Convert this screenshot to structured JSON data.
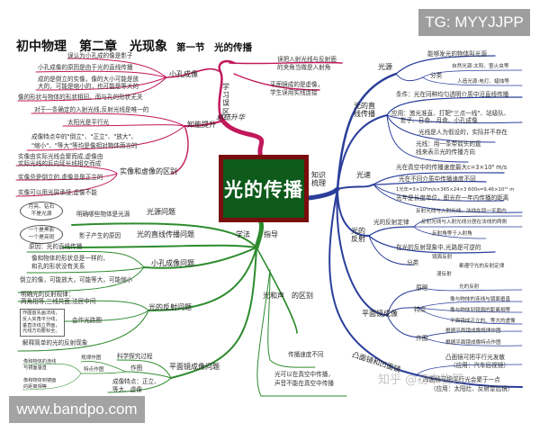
{
  "header": {
    "title": "初中物理　第二章　光现象",
    "subtitle": "第一节　光的传播"
  },
  "watermarks": {
    "top_right": "TG: MYYJJPP",
    "bottom_left": "www.bandpo.com",
    "zhihu": "知乎 @初中物理"
  },
  "colors": {
    "summary_branch": "#c2185b",
    "knowledge_branch": "#2a3e9a",
    "method_branch": "#2e8b2e",
    "center_border": "#7a0d0d",
    "center_fill": "#0d5a1a"
  },
  "center": {
    "label": "光的传播"
  },
  "summary": {
    "label": "总结升华",
    "misconceptions": {
      "label": "学习误区",
      "pinhole": {
        "label": "小孔成像",
        "items": [
          "误认为小孔成的像是影子",
          "小孔成像的原因是由于光的直线传播",
          "成的是倒立的实像，像的大小可能是放",
          "大的，可能是缩小的，也可能是等大的",
          "像的形状与物体的形状相同，而与孔的形状无关"
        ]
      },
      "right_items": [
        "误把入射光线与反射面",
        "的夹角当做是入射角",
        "平面镜成的是虚像，",
        "学生误用实线连接"
      ]
    },
    "improve": {
      "label": "知能提升",
      "items": [
        "对于一条确定的入射光线,反射光线是唯一的",
        "太阳光是平行光",
        "成像特点中的\"倒立\"、\"正立\"、\"放大\"、",
        "\"缩小\"、\"等大\"等均是像相对物体而言的"
      ]
    },
    "real_virtual": {
      "label": "实像和虚像的区别",
      "items": [
        "实像由实际光线会聚而成,虚像由",
        "实际光线的反向延长线相交而成",
        "实像总是倒立的,虚像总是正立的",
        "实像可以用光屏承接,虚像不能"
      ]
    }
  },
  "knowledge": {
    "label": "知识梳理",
    "light_source": {
      "label": "光源",
      "definition": "能够发光的物体叫光源",
      "classify_label": "分类",
      "natural": "自然光源:太阳、萤火虫等",
      "artificial": "人造光源:电灯、蜡烛等"
    },
    "straight": {
      "label": "光的直线传播",
      "condition": "条件：光在同种均匀透明介质中沿直线传播",
      "application_1": "应用：激光准直、打靶\"三点一线\"、站级队、",
      "application_2": "影子、日食、月食、小孔成像",
      "ray_1": "光线是人为假设的，实际并不存在",
      "ray_2": "光线：用一条带箭头的直",
      "ray_3": "线来表示光的传播方向"
    },
    "speed": {
      "label": "光速",
      "max": "光在真空中的传播速度最大c=3×10⁸ m/s",
      "different": "光在不同介质中传播速度不同",
      "ly_formula": "1光年=3×10⁸m/s×365×24×3 600s=9.46×10¹⁵ m",
      "ly_def": "光年是长度单位，即光在一年内传播的距离"
    },
    "reflection": {
      "label": "光的反射",
      "law_label": "光的反射定律",
      "law_items": [
        "反射光线与入射光线、法线在同一平面内",
        "反射光线与入射光线分居在法线的两侧",
        "反射角等于入射角"
      ],
      "reversible": "在光的反射现象中,光路是可逆的",
      "classify_label": "分类",
      "specular": "镜面反射",
      "diffuse": "漫反射",
      "both_obey": "都遵守光的反射定律"
    },
    "plane_mirror": {
      "label": "平面镜成像",
      "principle_label": "原理",
      "principle": "光的反射",
      "features_label": "特点",
      "features": [
        "像与物体的连线与镜面垂直",
        "像与物体到镜面的距离相等",
        "平面镜成正立的、等大的虚像"
      ],
      "drawing_label": "作图",
      "drawing": [
        "根据平面镜成像规律作图",
        "根据平面镜成像特点作图"
      ]
    },
    "curved": {
      "label": "凸面镜和凹面镜",
      "convex_1": "凸面镜可把平行光发散",
      "convex_2": "（应用：汽车后视镜）",
      "concave_1": "凹面镜可把平行光会聚于一点",
      "concave_2": "（应用：太阳灶、反射望远镜）"
    }
  },
  "method": {
    "label_1": "学法",
    "label_2": "指导",
    "source_q": {
      "label": "光源问题",
      "item": "明确哪些物体是光源",
      "note": "月亮、钻石不是光源"
    },
    "straight_q": {
      "label": "光的直线传播问题",
      "item": "影子产生的原因",
      "note": "一个是黑影一个是亮斑"
    },
    "pinhole_q": {
      "label": "小孔成像问题",
      "items": [
        "原因：光的直线传播",
        "像和物体的形状总是一样的，",
        "和孔的形状没有关系",
        "倒立的像，可能放大，可能等大，可能缩小"
      ]
    },
    "reflection_q": {
      "label": "光的反射问题",
      "items": [
        "明确光的反射规律：",
        "两角相等,三线共面,法居中间",
        "会作光路图",
        "解释简单的光的反射现象"
      ],
      "box": "作图首先画法线，反入夹角平分线，垂直法线立界面，光线方向要标全。"
    },
    "mirror_q": {
      "label": "平面镜成像问题",
      "items": [
        "科学探究过程",
        "作图",
        "成像特点：正立、",
        "等大、虚像",
        "规律作图",
        "特点作图",
        "像和物体的连线与镜面垂直",
        "像和物体到镜面的距离相等"
      ]
    },
    "light_sound": {
      "label": "光和声　的区别",
      "items": [
        "传播速度不同",
        "光可以在真空中传播，",
        "声音不能在真空中传播"
      ]
    }
  }
}
